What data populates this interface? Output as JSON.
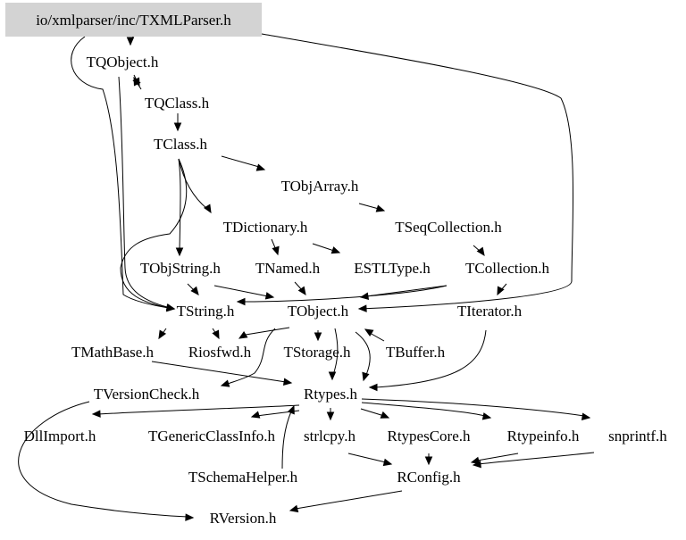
{
  "diagram": {
    "root_fill": "#d3d3d3",
    "edge_color": "#000000",
    "nodes": [
      {
        "id": "root",
        "label": "io/xmlparser/inc/TXMLParser.h",
        "root": true
      },
      {
        "id": "tqobject",
        "label": "TQObject.h"
      },
      {
        "id": "tqclass",
        "label": "TQClass.h"
      },
      {
        "id": "tclass",
        "label": "TClass.h"
      },
      {
        "id": "tobjarray",
        "label": "TObjArray.h"
      },
      {
        "id": "tdictionary",
        "label": "TDictionary.h"
      },
      {
        "id": "tseqcollection",
        "label": "TSeqCollection.h"
      },
      {
        "id": "tobjstring",
        "label": "TObjString.h"
      },
      {
        "id": "tnamed",
        "label": "TNamed.h"
      },
      {
        "id": "estltype",
        "label": "ESTLType.h"
      },
      {
        "id": "tcollection",
        "label": "TCollection.h"
      },
      {
        "id": "tstring",
        "label": "TString.h"
      },
      {
        "id": "tobject",
        "label": "TObject.h"
      },
      {
        "id": "titerator",
        "label": "TIterator.h"
      },
      {
        "id": "tmathbase",
        "label": "TMathBase.h"
      },
      {
        "id": "riosfwd",
        "label": "Riosfwd.h"
      },
      {
        "id": "tstorage",
        "label": "TStorage.h"
      },
      {
        "id": "tbuffer",
        "label": "TBuffer.h"
      },
      {
        "id": "tversioncheck",
        "label": "TVersionCheck.h"
      },
      {
        "id": "rtypes",
        "label": "Rtypes.h"
      },
      {
        "id": "dllimport",
        "label": "DllImport.h"
      },
      {
        "id": "tgenericclassinfo",
        "label": "TGenericClassInfo.h"
      },
      {
        "id": "strlcpy",
        "label": "strlcpy.h"
      },
      {
        "id": "rtypescore",
        "label": "RtypesCore.h"
      },
      {
        "id": "rtypeinfo",
        "label": "Rtypeinfo.h"
      },
      {
        "id": "snprintf",
        "label": "snprintf.h"
      },
      {
        "id": "tschemahelper",
        "label": "TSchemaHelper.h"
      },
      {
        "id": "rconfig",
        "label": "RConfig.h"
      },
      {
        "id": "rversion",
        "label": "RVersion.h"
      }
    ],
    "edges": [
      [
        "root",
        "tqobject"
      ],
      [
        "root",
        "tstring"
      ],
      [
        "root",
        "tobject"
      ],
      [
        "tqobject",
        "tqclass"
      ],
      [
        "tqclass",
        "tqobject"
      ],
      [
        "tqobject",
        "tstring"
      ],
      [
        "tqclass",
        "tclass"
      ],
      [
        "tclass",
        "tobjarray"
      ],
      [
        "tclass",
        "tdictionary"
      ],
      [
        "tclass",
        "tobjstring"
      ],
      [
        "tclass",
        "tstring"
      ],
      [
        "tobjarray",
        "tseqcollection"
      ],
      [
        "tdictionary",
        "tnamed"
      ],
      [
        "tdictionary",
        "estltype"
      ],
      [
        "tseqcollection",
        "tcollection"
      ],
      [
        "tobjstring",
        "tstring"
      ],
      [
        "tobjstring",
        "tobject"
      ],
      [
        "tnamed",
        "tobject"
      ],
      [
        "tcollection",
        "tobject"
      ],
      [
        "tcollection",
        "tstring"
      ],
      [
        "tcollection",
        "titerator"
      ],
      [
        "tstring",
        "tmathbase"
      ],
      [
        "tstring",
        "riosfwd"
      ],
      [
        "tobject",
        "riosfwd"
      ],
      [
        "tobject",
        "tstorage"
      ],
      [
        "tobject",
        "tbuffer"
      ],
      [
        "tbuffer",
        "tobject"
      ],
      [
        "tobject",
        "tversioncheck"
      ],
      [
        "tobject",
        "rtypes"
      ],
      [
        "titerator",
        "rtypes"
      ],
      [
        "tmathbase",
        "rtypes"
      ],
      [
        "tversioncheck",
        "rversion"
      ],
      [
        "rtypes",
        "dllimport"
      ],
      [
        "rtypes",
        "tgenericclassinfo"
      ],
      [
        "rtypes",
        "strlcpy"
      ],
      [
        "rtypes",
        "rtypescore"
      ],
      [
        "rtypes",
        "rtypeinfo"
      ],
      [
        "rtypes",
        "snprintf"
      ],
      [
        "tschemahelper",
        "rtypes"
      ],
      [
        "strlcpy",
        "rconfig"
      ],
      [
        "rtypescore",
        "rconfig"
      ],
      [
        "rtypeinfo",
        "rconfig"
      ],
      [
        "snprintf",
        "rconfig"
      ],
      [
        "rconfig",
        "rversion"
      ]
    ]
  }
}
